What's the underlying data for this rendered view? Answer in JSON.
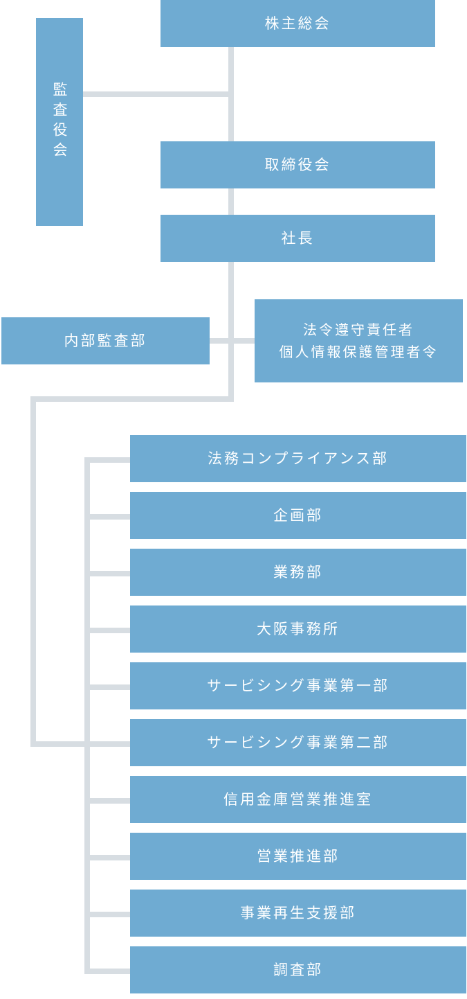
{
  "colors": {
    "box": "#6fabd2",
    "connector": "#d7dde2",
    "text": "#ffffff"
  },
  "nodes": {
    "shareholders": "株主総会",
    "auditors": "監査役会",
    "board": "取締役会",
    "president": "社長",
    "internal_audit": "内部監査部",
    "compliance_officer_line1": "法令遵守責任者",
    "compliance_officer_line2": "個人情報保護管理者令"
  },
  "departments": [
    "法務コンプライアンス部",
    "企画部",
    "業務部",
    "大阪事務所",
    "サービシング事業第一部",
    "サービシング事業第二部",
    "信用金庫営業推進室",
    "営業推進部",
    "事業再生支援部",
    "調査部"
  ]
}
